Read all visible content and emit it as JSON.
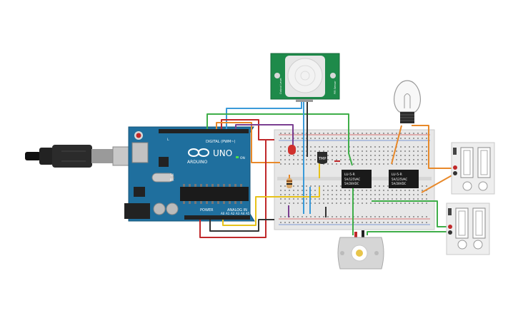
{
  "arduino": {
    "logo": "ARDUINO",
    "model": "UNO",
    "digital_label": "DIGITAL (PWM~)",
    "power_label": "POWER",
    "analog_label": "ANALOG IN",
    "led_on": "ON",
    "led_tx": "TX",
    "led_rx": "RX",
    "led_l": "L",
    "analog_pins": [
      "A0",
      "A1",
      "A2",
      "A3",
      "A4",
      "A5"
    ]
  },
  "pir_sensor": {
    "left_text": "Output Level",
    "right_text": "PIR Sensor"
  },
  "temp_sensor": {
    "label": "TMP"
  },
  "relays": [
    {
      "line1": "LU-5-R",
      "line2": "5A/125VAC",
      "line3": "5A/28VDC"
    },
    {
      "line1": "LU-5-R",
      "line2": "5A/125VAC",
      "line3": "5A/28VDC"
    }
  ],
  "colors": {
    "board": "#1f6f9e",
    "pcb_green": "#1e8a4a",
    "wire_red": "#c0282a",
    "wire_black": "#333333",
    "wire_green": "#3fae49",
    "wire_blue": "#3a9ad9",
    "wire_orange": "#e8892a",
    "wire_purple": "#7b3f91",
    "wire_yellow": "#e7c21a"
  },
  "icons": [
    "usb-plug-icon",
    "light-bulb-icon",
    "dc-motor-icon",
    "power-supply-icon"
  ]
}
